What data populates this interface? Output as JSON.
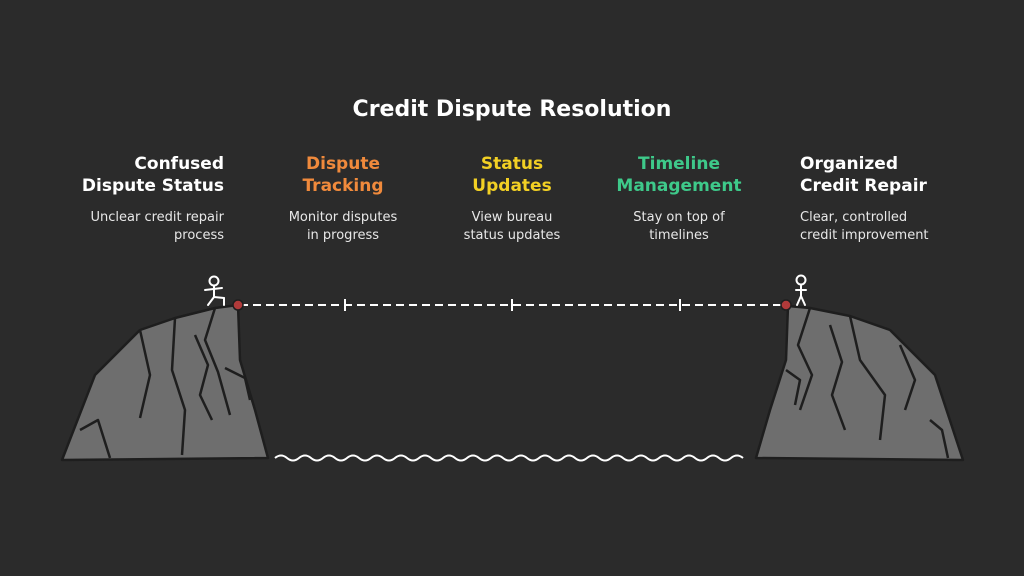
{
  "title": "Credit Dispute Resolution",
  "colors": {
    "background": "#2b2b2b",
    "rock": "#6e6e6e",
    "rock_outline": "#1e1e1e",
    "stage1": "#ffffff",
    "stage2": "#f08a3c",
    "stage3": "#f2d024",
    "stage4": "#3ec98a",
    "stage5": "#ffffff",
    "anchor": "#b03a3a"
  },
  "steps": [
    {
      "head_line1": "Confused",
      "head_line2": "Dispute Status",
      "desc_line1": "Unclear credit repair",
      "desc_line2": "process",
      "color": "#ffffff"
    },
    {
      "head_line1": "Dispute",
      "head_line2": "Tracking",
      "desc_line1": "Monitor disputes",
      "desc_line2": "in progress",
      "color": "#f08a3c"
    },
    {
      "head_line1": "Status",
      "head_line2": "Updates",
      "desc_line1": "View bureau",
      "desc_line2": "status updates",
      "color": "#f2d024"
    },
    {
      "head_line1": "Timeline",
      "head_line2": "Management",
      "desc_line1": "Stay on top of",
      "desc_line2": "timelines",
      "color": "#3ec98a"
    },
    {
      "head_line1": "Organized",
      "head_line2": "Credit Repair",
      "desc_line1": "Clear, controlled",
      "desc_line2": "credit improvement",
      "color": "#ffffff"
    }
  ],
  "icons": {
    "left_figure": "stick-figure-walking-icon",
    "right_figure": "stick-figure-standing-icon"
  }
}
